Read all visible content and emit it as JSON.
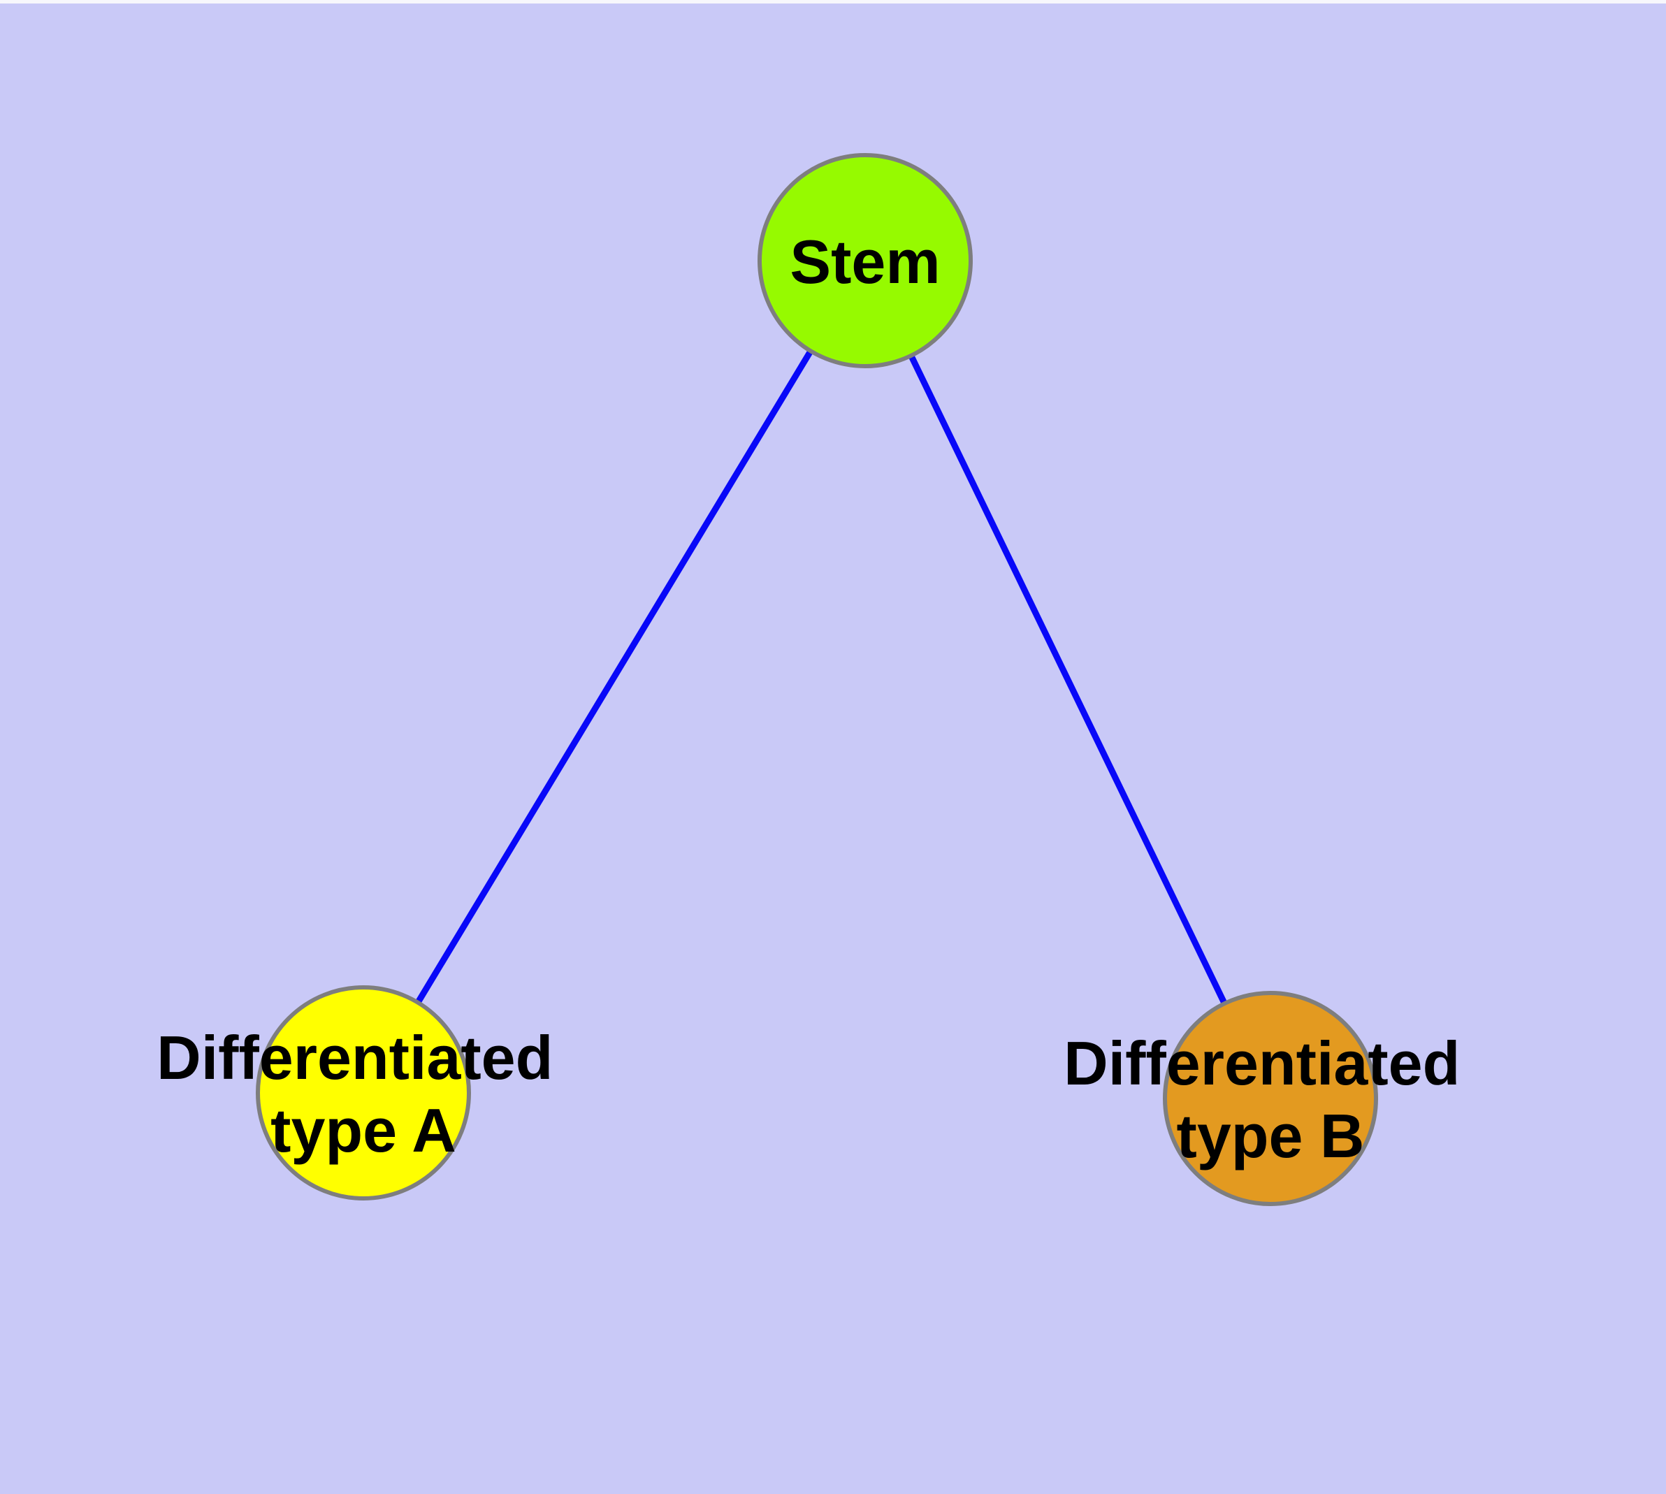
{
  "diagram": {
    "background_color": "#C9C9F7",
    "top_strip_color": "#F7F7FC",
    "edge_color": "#0808F8",
    "node_border_color": "#7E7E7E",
    "label_color": "#000000",
    "nodes": {
      "stem": {
        "label": "Stem",
        "fill": "#96FA00"
      },
      "type_a": {
        "label_line1": "Differentiated",
        "label_line2": "type A",
        "fill": "#FFFF00"
      },
      "type_b": {
        "label_line1": "Differentiated",
        "label_line2": "type B",
        "fill": "#E39A20"
      }
    },
    "edges": [
      {
        "from": "Stem",
        "to": "Differentiated type A"
      },
      {
        "from": "Stem",
        "to": "Differentiated type B"
      }
    ]
  }
}
